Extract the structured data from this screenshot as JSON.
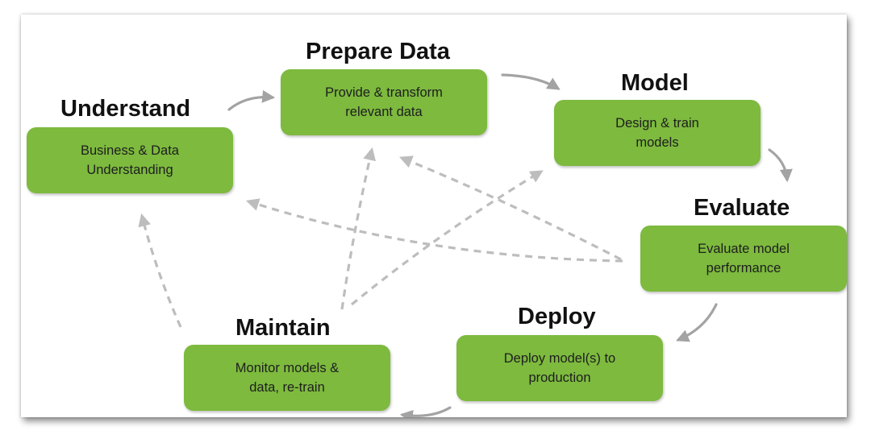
{
  "colors": {
    "box_fill": "#7dba3e",
    "flow_arrow": "#a3a3a3",
    "feedback_arrow": "#bdbdbd",
    "title_text": "#111111"
  },
  "stages": {
    "understand": {
      "title": "Understand",
      "description": "Business & Data\nUnderstanding"
    },
    "prepare": {
      "title": "Prepare Data",
      "description": "Provide & transform\nrelevant data"
    },
    "model": {
      "title": "Model",
      "description": "Design & train\nmodels"
    },
    "evaluate": {
      "title": "Evaluate",
      "description": "Evaluate model\nperformance"
    },
    "deploy": {
      "title": "Deploy",
      "description": "Deploy model(s) to\nproduction"
    },
    "maintain": {
      "title": "Maintain",
      "description": "Monitor models &\ndata, re-train"
    }
  },
  "flow": [
    {
      "from": "understand",
      "to": "prepare",
      "style": "solid"
    },
    {
      "from": "prepare",
      "to": "model",
      "style": "solid"
    },
    {
      "from": "model",
      "to": "evaluate",
      "style": "solid"
    },
    {
      "from": "evaluate",
      "to": "deploy",
      "style": "solid"
    },
    {
      "from": "deploy",
      "to": "maintain",
      "style": "solid"
    },
    {
      "from": "maintain",
      "to": "understand",
      "style": "dashed"
    },
    {
      "from": "maintain",
      "to": "prepare",
      "style": "dashed"
    },
    {
      "from": "maintain",
      "to": "model",
      "style": "dashed"
    },
    {
      "from": "evaluate",
      "to": "understand",
      "style": "dashed"
    },
    {
      "from": "evaluate",
      "to": "prepare",
      "style": "dashed"
    }
  ]
}
